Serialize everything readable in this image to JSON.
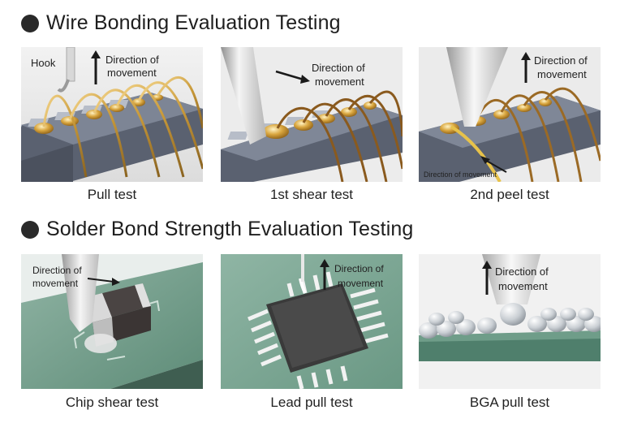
{
  "sections": [
    {
      "title": "Wire Bonding Evaluation Testing",
      "panels": [
        {
          "caption": "Pull test",
          "labels": {
            "hook": "Hook",
            "dir1": "Direction of",
            "dir2": "movement"
          }
        },
        {
          "caption": "1st shear test",
          "labels": {
            "dir1": "Direction of",
            "dir2": "movement"
          }
        },
        {
          "caption": "2nd peel test",
          "labels": {
            "dir1": "Direction of",
            "dir2": "movement",
            "bottom": "Direction of movement"
          }
        }
      ]
    },
    {
      "title": "Solder Bond Strength Evaluation Testing",
      "panels": [
        {
          "caption": "Chip shear test",
          "labels": {
            "dir1": "Direction of",
            "dir2": "movement"
          }
        },
        {
          "caption": "Lead pull test",
          "labels": {
            "dir1": "Direction of",
            "dir2": "movement"
          }
        },
        {
          "caption": "BGA pull test",
          "labels": {
            "dir1": "Direction of",
            "dir2": "movement"
          }
        }
      ]
    }
  ]
}
